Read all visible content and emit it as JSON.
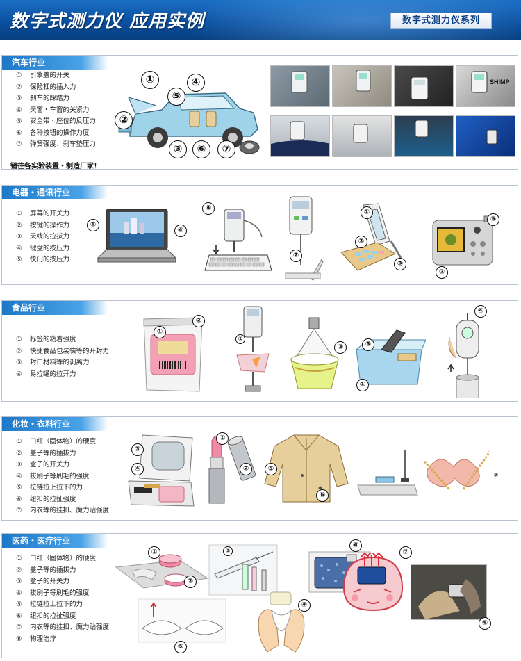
{
  "header": {
    "title": "数字式测力仪 应用实例",
    "series_badge": "数字式测力仪系列"
  },
  "sections": [
    {
      "title": "汽车行业",
      "items": [
        {
          "num": "①",
          "text": "引擎盖的开关"
        },
        {
          "num": "②",
          "text": "保险杠的插入力"
        },
        {
          "num": "③",
          "text": "刹车的踩踏力"
        },
        {
          "num": "④",
          "text": "天窗・车窗的关紧力"
        },
        {
          "num": "⑤",
          "text": "安全带・座位的反压力"
        },
        {
          "num": "⑥",
          "text": "各种按钮的操作力度"
        },
        {
          "num": "⑦",
          "text": "弹簧强度、刹车垫压力"
        }
      ],
      "slogan": "销往各实验装置・制造厂家！",
      "callouts": [
        "①",
        "②",
        "③",
        "④",
        "⑤",
        "⑥",
        "⑦"
      ],
      "photo_brand": "SHIMP"
    },
    {
      "title": "电器・通讯行业",
      "items": [
        {
          "num": "①",
          "text": "屏幕的开关力"
        },
        {
          "num": "②",
          "text": "按键的操作力"
        },
        {
          "num": "③",
          "text": "天线的拉拔力"
        },
        {
          "num": "④",
          "text": "键盘的按压力"
        },
        {
          "num": "⑤",
          "text": "快门的按压力"
        }
      ],
      "callouts": [
        "①",
        "②",
        "③",
        "④",
        "⑤"
      ]
    },
    {
      "title": "食品行业",
      "items": [
        {
          "num": "①",
          "text": "标签的粘着强度"
        },
        {
          "num": "②",
          "text": "快捷食品包装袋等的开封力"
        },
        {
          "num": "③",
          "text": "封口材料等的剥离力"
        },
        {
          "num": "④",
          "text": "易拉罐的拉开力"
        }
      ],
      "callouts": [
        "①",
        "②",
        "③",
        "④"
      ]
    },
    {
      "title": "化妆・衣料行业",
      "items": [
        {
          "num": "①",
          "text": "口红（固体物）的硬度"
        },
        {
          "num": "②",
          "text": "盖子等的插拔力"
        },
        {
          "num": "③",
          "text": "盒子的开关力"
        },
        {
          "num": "④",
          "text": "拔刷子等刷毛的强度"
        },
        {
          "num": "⑤",
          "text": "拉链拉上拉下的力"
        },
        {
          "num": "⑥",
          "text": "纽扣的拉扯强度"
        },
        {
          "num": "⑦",
          "text": "内衣等的挂扣、魔力贴强度"
        }
      ],
      "callouts": [
        "①",
        "②",
        "③",
        "④",
        "⑤",
        "⑥",
        "⑦"
      ]
    },
    {
      "title": "医药・医疗行业",
      "items": [
        {
          "num": "①",
          "text": "口红（固体物）的硬度"
        },
        {
          "num": "②",
          "text": "盖子等的插拔力"
        },
        {
          "num": "③",
          "text": "盒子的开关力"
        },
        {
          "num": "④",
          "text": "拔刷子等刷毛的强度"
        },
        {
          "num": "⑤",
          "text": "拉链拉上拉下的力"
        },
        {
          "num": "⑥",
          "text": "纽扣的拉扯强度"
        },
        {
          "num": "⑦",
          "text": "内衣等的挂扣、魔力贴强度"
        },
        {
          "num": "⑧",
          "text": "物理治疗"
        }
      ],
      "callouts": [
        "①",
        "②",
        "③",
        "④",
        "⑤",
        "⑥",
        "⑦",
        "⑧"
      ]
    }
  ]
}
